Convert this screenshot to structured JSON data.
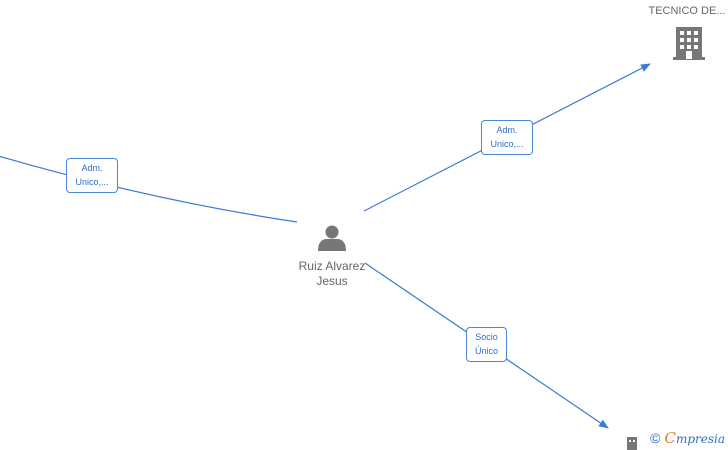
{
  "person": {
    "name_line1": "Ruiz Alvarez",
    "name_line2": "Jesus",
    "icon": "person-icon"
  },
  "companies": [
    {
      "label": "TECNICO DE...",
      "icon": "building-icon"
    },
    {
      "label": "",
      "icon": "building-icon"
    }
  ],
  "edges": [
    {
      "line1": "Adm.",
      "line2": "Unico,..."
    },
    {
      "line1": "Adm.",
      "line2": "Unico,..."
    },
    {
      "line1": "Socio",
      "line2": "Único"
    }
  ],
  "brand": {
    "copyright": "©",
    "e": "C",
    "rest": "mpresia"
  },
  "colors": {
    "edge": "#3a7bd5",
    "icon": "#777777"
  }
}
